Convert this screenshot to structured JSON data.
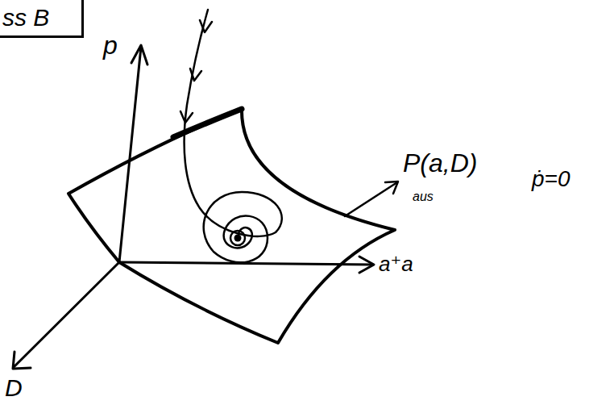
{
  "diagram": {
    "nodes": [
      {
        "text": [
          "ss B"
        ]
      }
    ],
    "labels": [
      "p",
      "a⁺a",
      "D",
      "P(a,D)",
      "aus",
      "ṗ=0"
    ]
  }
}
